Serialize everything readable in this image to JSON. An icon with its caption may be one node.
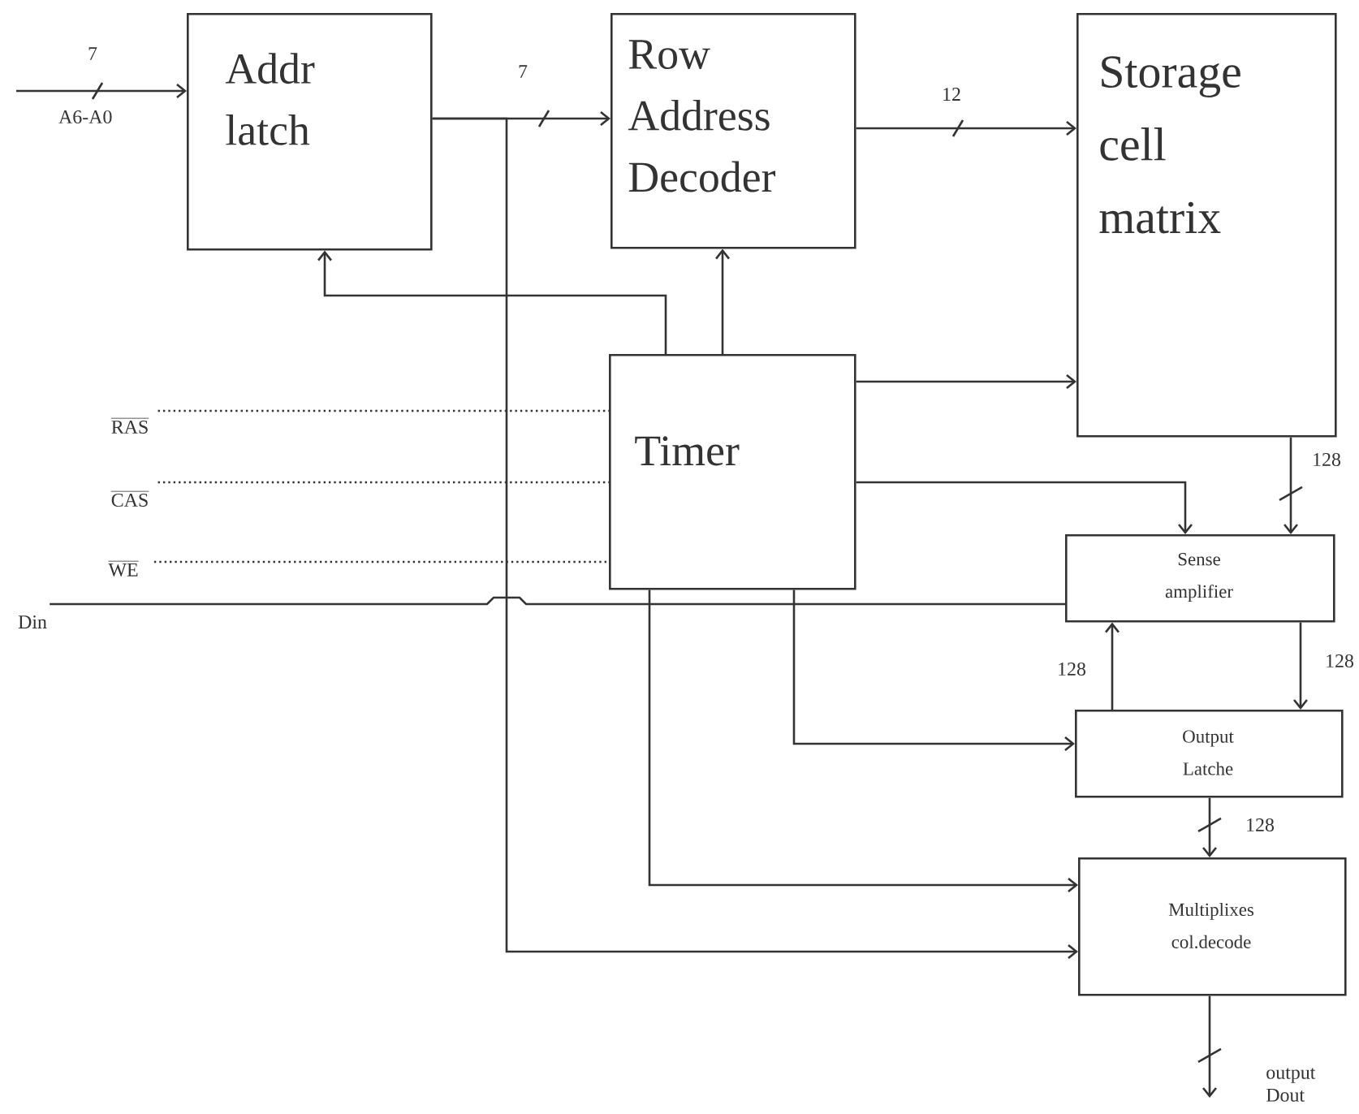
{
  "diagram": {
    "nodes": [
      {
        "text": [
          "Addr latch"
        ]
      },
      {
        "text": [
          "Row Address Decoder"
        ]
      },
      {
        "text": [
          "Storage cell matrix"
        ]
      },
      {
        "text": [
          "Timer"
        ]
      },
      {
        "text": [
          "Sense amplifier"
        ]
      },
      {
        "text": [
          "Output Latche"
        ]
      },
      {
        "text": [
          "Multiplixes col.decode"
        ]
      },
      {
        "text": [
          "RAS"
        ]
      },
      {
        "text": [
          "CAS"
        ]
      },
      {
        "text": [
          "WE"
        ]
      },
      {
        "text": [
          "Din"
        ]
      }
    ],
    "edges": [
      {
        "from": null,
        "to": 0,
        "arrow": "to",
        "label": "7"
      },
      {
        "from": 0,
        "to": 1,
        "arrow": "to",
        "label": "7"
      },
      {
        "from": 0,
        "to": 6,
        "arrow": "to"
      },
      {
        "from": 1,
        "to": 2,
        "arrow": "to",
        "label": "12"
      },
      {
        "from": 3,
        "to": 0,
        "arrow": "to"
      },
      {
        "from": 3,
        "to": 1,
        "arrow": "to"
      },
      {
        "from": 3,
        "to": 2,
        "arrow": "to"
      },
      {
        "from": 3,
        "to": 4,
        "arrow": "to"
      },
      {
        "from": 3,
        "to": 5,
        "arrow": "to"
      },
      {
        "from": 3,
        "to": 6,
        "arrow": "to"
      },
      {
        "from": 2,
        "to": 4,
        "arrow": "to",
        "label": "128"
      },
      {
        "from": 5,
        "to": 4,
        "arrow": "to",
        "label": "128"
      },
      {
        "from": 4,
        "to": 5,
        "arrow": "to",
        "label": "128"
      },
      {
        "from": 5,
        "to": 6,
        "arrow": "to",
        "label": "128"
      },
      {
        "from": 6,
        "to": null,
        "arrow": "to"
      },
      {
        "from": 7,
        "to": 3,
        "arrow": "none",
        "style": "dashed"
      },
      {
        "from": 8,
        "to": 3,
        "arrow": "none",
        "style": "dashed"
      },
      {
        "from": 9,
        "to": 3,
        "arrow": "none",
        "style": "dashed"
      },
      {
        "from": 10,
        "to": 4,
        "arrow": "none"
      }
    ],
    "labels": [
      "A6-A0",
      "output Dout"
    ]
  }
}
